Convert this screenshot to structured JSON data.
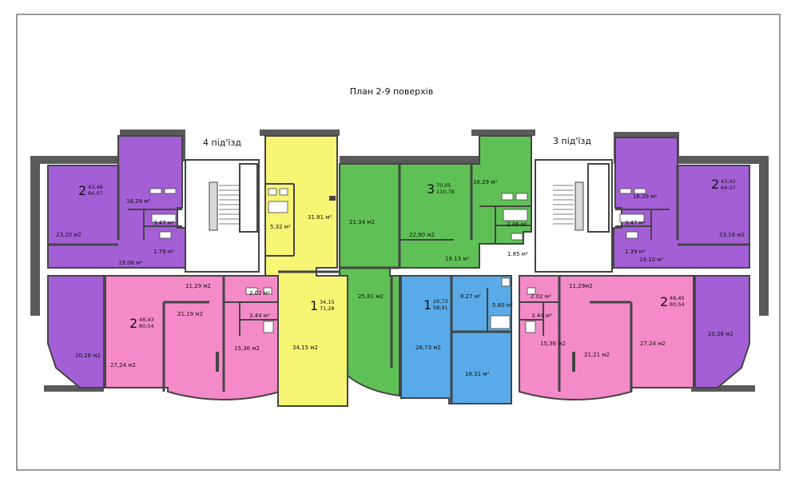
{
  "title": "План 2-9 поверхів",
  "entrances": {
    "left": "4 під'їзд",
    "right": "3 під'їзд"
  },
  "colors": {
    "purple": "#a45fd6",
    "pink": "#f58ac8",
    "yellow": "#f7f574",
    "green": "#5fc155",
    "blue": "#58abe8",
    "wall": "#5a5a5a",
    "stair": "#d9d9d9"
  },
  "apartments": {
    "purple_top_left": {
      "rooms": "2",
      "living": "43,46",
      "total": "84,07"
    },
    "purple_top_right": {
      "rooms": "2",
      "living": "43,42",
      "total": "84,07"
    },
    "pink_left": {
      "rooms": "2",
      "living": "48,43",
      "total": "80,54"
    },
    "pink_right": {
      "rooms": "2",
      "living": "48,45",
      "total": "80,54"
    },
    "yellow": {
      "rooms": "1",
      "living": "34,15",
      "total": "71,28"
    },
    "green_right": {
      "rooms": "3",
      "living": "70,05",
      "total": "110,78"
    },
    "blue": {
      "rooms": "1",
      "living": "26,73",
      "total": "58,91"
    }
  },
  "room_areas": {
    "pl_kitchen": "16.29 м²",
    "pl_bath": "3.47 м²",
    "pl_wc": "1.79 м²",
    "pl_room": "23,20 м2",
    "pl_hall": "19.06 м²",
    "pl_lower": "20,26 м2",
    "pkl_kitchen": "11,29 м2",
    "pkl_room1": "21,19 м2",
    "pkl_bath": "2.02 м²",
    "pkl_wc": "3.44 м²",
    "pkl_room2": "15,36 м2",
    "pkl_room3": "27,24 м2",
    "y_room": "31.81 м²",
    "y_bath": "5.32 м²",
    "y_lower": "34,15 м2",
    "g_left": "21,34 м2",
    "g_lower": "25,81 м2",
    "g_room": "22,90 м2",
    "g_kitchen": "16.29 м²",
    "g_bath": "3.46 м²",
    "g_hall": "19.13 м²",
    "g_wc": "1.85 м²",
    "b_hall": "8.27 м²",
    "b_bath": "5.60 м²",
    "b_room": "26,73 м2",
    "b_kitchen": "18.31 м²",
    "pr_kitchen": "16.29 м²",
    "pr_bath": "3.47 м²",
    "pr_wc": "1.39 м²",
    "pr_hall": "19.10 м²",
    "pr_room": "23,16 м2",
    "pr_lower": "20,26 м2",
    "pkr_kitchen": "11,29м2",
    "pkr_bath": "2.02 м²",
    "pkr_wc": "3.44 м²",
    "pkr_room1": "15,36 м2",
    "pkr_room2": "21,21 м2",
    "pkr_room3": "27,24 м2"
  }
}
